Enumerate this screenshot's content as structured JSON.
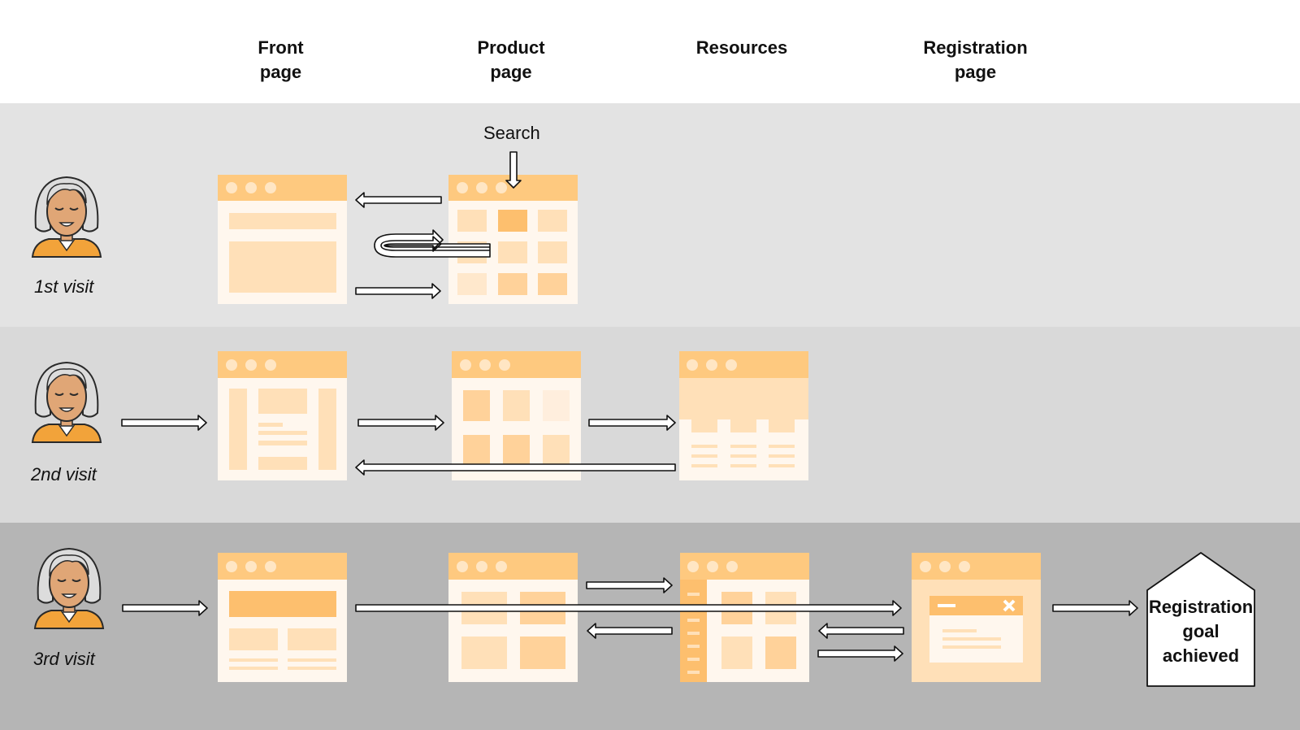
{
  "columns": {
    "front": "Front\npage",
    "product": "Product\npage",
    "resources": "Resources",
    "registration": "Registration\npage"
  },
  "visits": {
    "first": "1st visit",
    "second": "2nd visit",
    "third": "3rd visit"
  },
  "search_label": "Search",
  "goal_label": "Registration\ngoal\nachieved",
  "colors": {
    "band1": "#e3e3e3",
    "band2": "#d9d9d9",
    "band3": "#b5b5b5",
    "titlebar": "#fec97f",
    "page_bg": "#fff7ee",
    "block_light": "#ffe0b8",
    "block_mid": "#ffd29a",
    "block_strong": "#fdbf6e",
    "person_skin": "#e0a676",
    "person_hair": "#dcdcdc",
    "person_shirt": "#f2a33a"
  }
}
